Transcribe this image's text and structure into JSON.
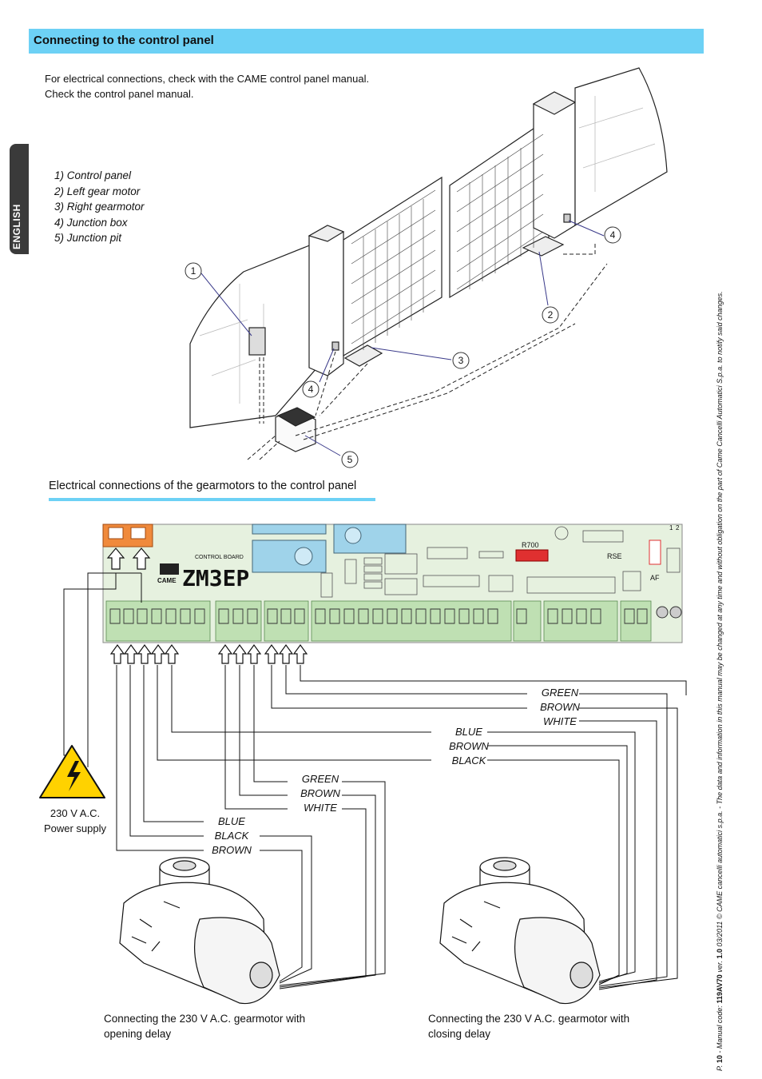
{
  "header": {
    "title": "Connecting to the control panel"
  },
  "intro": {
    "line1": "For electrical connections, check with the CAME control panel manual.",
    "line2": "Check the control panel manual."
  },
  "language_tab": "ENGLISH",
  "legend": [
    "1) Control panel",
    "2) Left gear motor",
    "3) Right gearmotor",
    "4) Junction box",
    "5) Junction pit"
  ],
  "callouts": [
    "1",
    "2",
    "3",
    "4",
    "4",
    "5"
  ],
  "section2": {
    "title": "Electrical connections of the gearmotors to the control panel"
  },
  "board": {
    "name": "ZM3EP",
    "label": "CONTROL BOARD",
    "brand": "CAME",
    "r700": "R700",
    "rse": "RSE",
    "af": "AF",
    "num1": "1",
    "num2": "2"
  },
  "power": {
    "line1": "230 V A.C.",
    "line2": "Power supply"
  },
  "wires": {
    "group_a": [
      "GREEN",
      "BROWN",
      "WHITE"
    ],
    "group_b": [
      "BLUE",
      "BROWN",
      "BLACK"
    ],
    "group_c": [
      "GREEN",
      "BROWN",
      "WHITE"
    ],
    "group_d": [
      "BLUE",
      "BLACK",
      "BROWN"
    ]
  },
  "captions": {
    "opening_line1": "Connecting the 230 V A.C. gearmotor with",
    "opening_line2": "opening delay",
    "closing_line1": "Connecting the 230 V A.C. gearmotor with",
    "closing_line2": "closing delay"
  },
  "footer": {
    "page_prefix": "P.",
    "page": "10",
    "manual_prefix": "- Manual code:",
    "code": "119AV70",
    "ver_prefix": "ver.",
    "version": "1.0",
    "date": "03/2011",
    "notice": "© CAME cancelli automatici s.p.a. - The data and information in this manual may be changed at any time and without obligation on the part of Came Cancelli Automatici S.p.a. to notify said changes."
  },
  "colors": {
    "header_bg": "#6dd1f5",
    "tab_bg": "#3a3a3a",
    "board_bg": "#e6f1df",
    "terminal_green": "#bfe0b3",
    "connector_orange": "#f08a3c",
    "relay_blue": "#9fd3ea",
    "warning_yellow": "#ffd200"
  }
}
